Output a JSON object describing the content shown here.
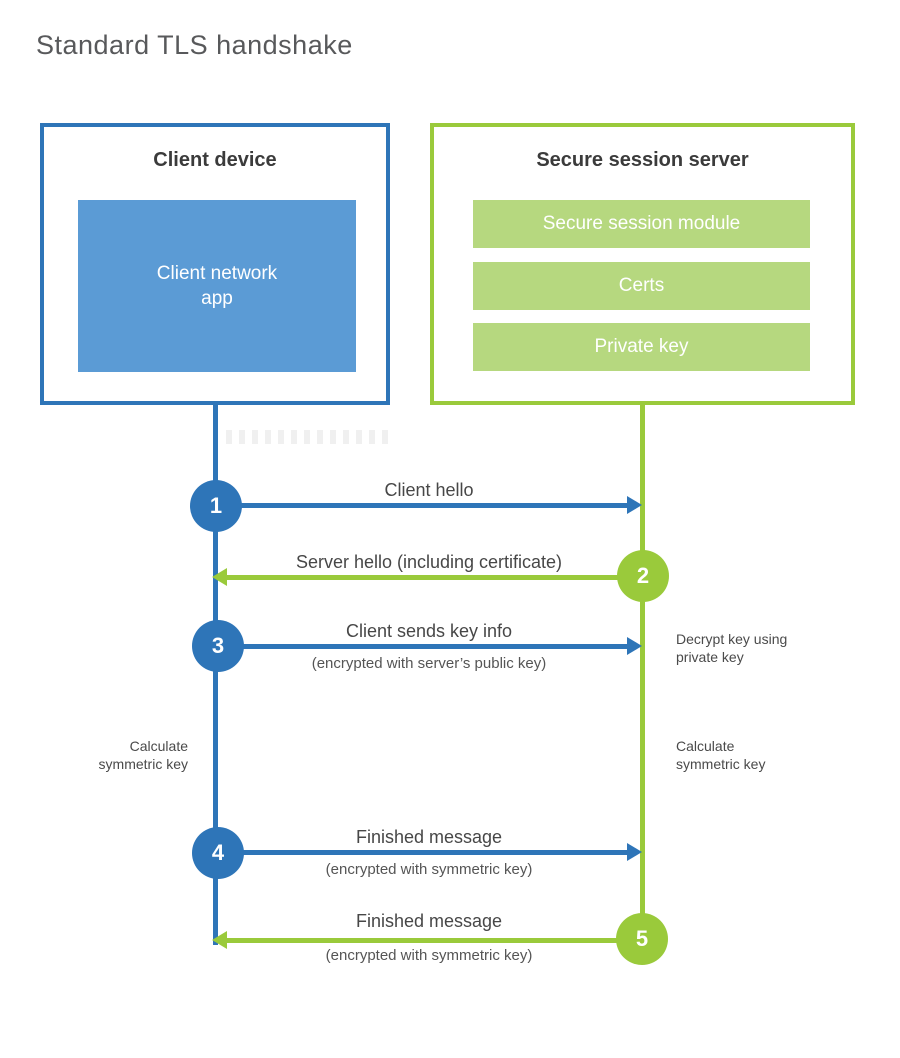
{
  "title": "Standard TLS handshake",
  "client_box": {
    "title": "Client device",
    "app_line1": "Client network",
    "app_line2": "app"
  },
  "server_box": {
    "title": "Secure session server",
    "modules": [
      "Secure session module",
      "Certs",
      "Private key"
    ]
  },
  "steps": [
    {
      "num": "1",
      "label": "Client hello",
      "direction": "client-to-server"
    },
    {
      "num": "2",
      "label": "Server hello (including certificate)",
      "direction": "server-to-client"
    },
    {
      "num": "3",
      "label": "Client sends key info",
      "sub": "(encrypted with server’s public key)",
      "direction": "client-to-server"
    },
    {
      "num": "4",
      "label": "Finished message",
      "sub": "(encrypted with symmetric key)",
      "direction": "client-to-server"
    },
    {
      "num": "5",
      "label": "Finished message",
      "sub": "(encrypted with symmetric key)",
      "direction": "server-to-client"
    }
  ],
  "annotations": {
    "decrypt_line1": "Decrypt key using",
    "decrypt_line2": "private key",
    "calc_left_line1": "Calculate",
    "calc_left_line2": "symmetric key",
    "calc_right_line1": "Calculate",
    "calc_right_line2": "symmetric key"
  },
  "colors": {
    "client_accent": "#2e75b8",
    "client_fill": "#5b9bd5",
    "server_accent": "#9aca3b",
    "server_fill": "#b6d87f",
    "title_text": "#58595b",
    "label_text": "#474747"
  }
}
